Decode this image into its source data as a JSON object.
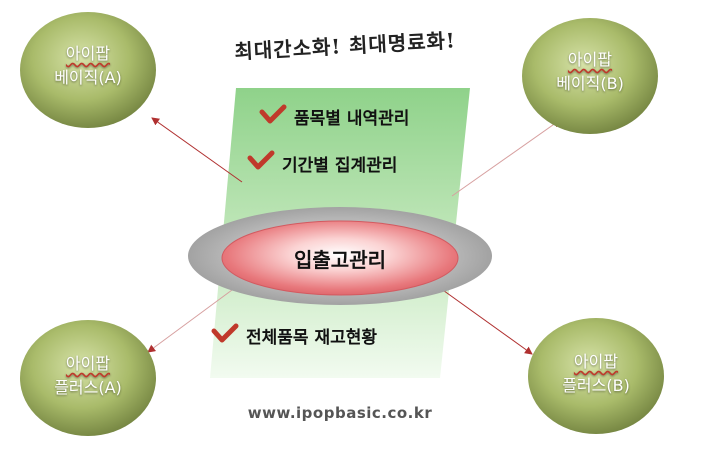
{
  "headline": "최대간소화! 최대명료화!",
  "center_label": "입출고관리",
  "features": [
    {
      "label": "품목별 내역관리",
      "icon": "check-icon"
    },
    {
      "label": "기간별 집계관리",
      "icon": "check-icon"
    },
    {
      "label": "전체품목 재고현황",
      "icon": "check-icon"
    }
  ],
  "circles": [
    {
      "line1": "아이팝",
      "line2": "베이직(A)"
    },
    {
      "line1": "아이팝",
      "line2": "베이직(B)"
    },
    {
      "line1": "아이팝",
      "line2": "플러스(A)"
    },
    {
      "line1": "아이팝",
      "line2": "플러스(B)"
    }
  ],
  "url": "www.ipopbasic.co.kr",
  "colors": {
    "circle_light": "#c9d79a",
    "circle_dark": "#6f7f3d",
    "panel_green": "#8fd28a",
    "center_pink": "#e8787c",
    "check_red": "#c0392b",
    "arrow_red": "#b03030"
  }
}
